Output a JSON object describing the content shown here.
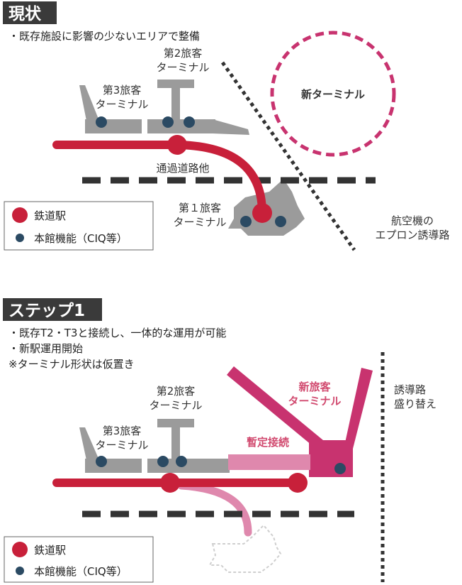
{
  "colors": {
    "rail_red": "#c8203a",
    "ciq_navy": "#2b4a63",
    "terminal_grey": "#9b9b9b",
    "new_terminal_pink": "#c8336f",
    "connector_pink": "#df88ad",
    "dark_label_bg": "#3a3a3a"
  },
  "current": {
    "heading": "現状",
    "bullet": "・既存施設に影響の少ないエリアで整備",
    "labels": {
      "t2": [
        "第2旅客",
        "ターミナル"
      ],
      "t3": [
        "第3旅客",
        "ターミナル"
      ],
      "t1": [
        "第１旅客",
        "ターミナル"
      ],
      "road": "通過道路他",
      "new_terminal": "新ターミナル",
      "taxiway": [
        "航空機の",
        "エプロン誘導路"
      ]
    },
    "legend": {
      "station": "鉄道駅",
      "ciq": "本館機能（CIQ等）"
    }
  },
  "step1": {
    "heading": "ステップ1",
    "bullets": [
      "・既存T2・T3と接続し、一体的な運用が可能",
      "・新駅運用開始",
      "※ターミナル形状は仮置き"
    ],
    "labels": {
      "t2": [
        "第2旅客",
        "ターミナル"
      ],
      "t3": [
        "第3旅客",
        "ターミナル"
      ],
      "new_terminal": [
        "新旅客",
        "ターミナル"
      ],
      "provisional": "暫定接続",
      "taxiway": [
        "誘導路",
        "盛り替え"
      ]
    },
    "legend": {
      "station": "鉄道駅",
      "ciq": "本館機能（CIQ等）"
    }
  }
}
